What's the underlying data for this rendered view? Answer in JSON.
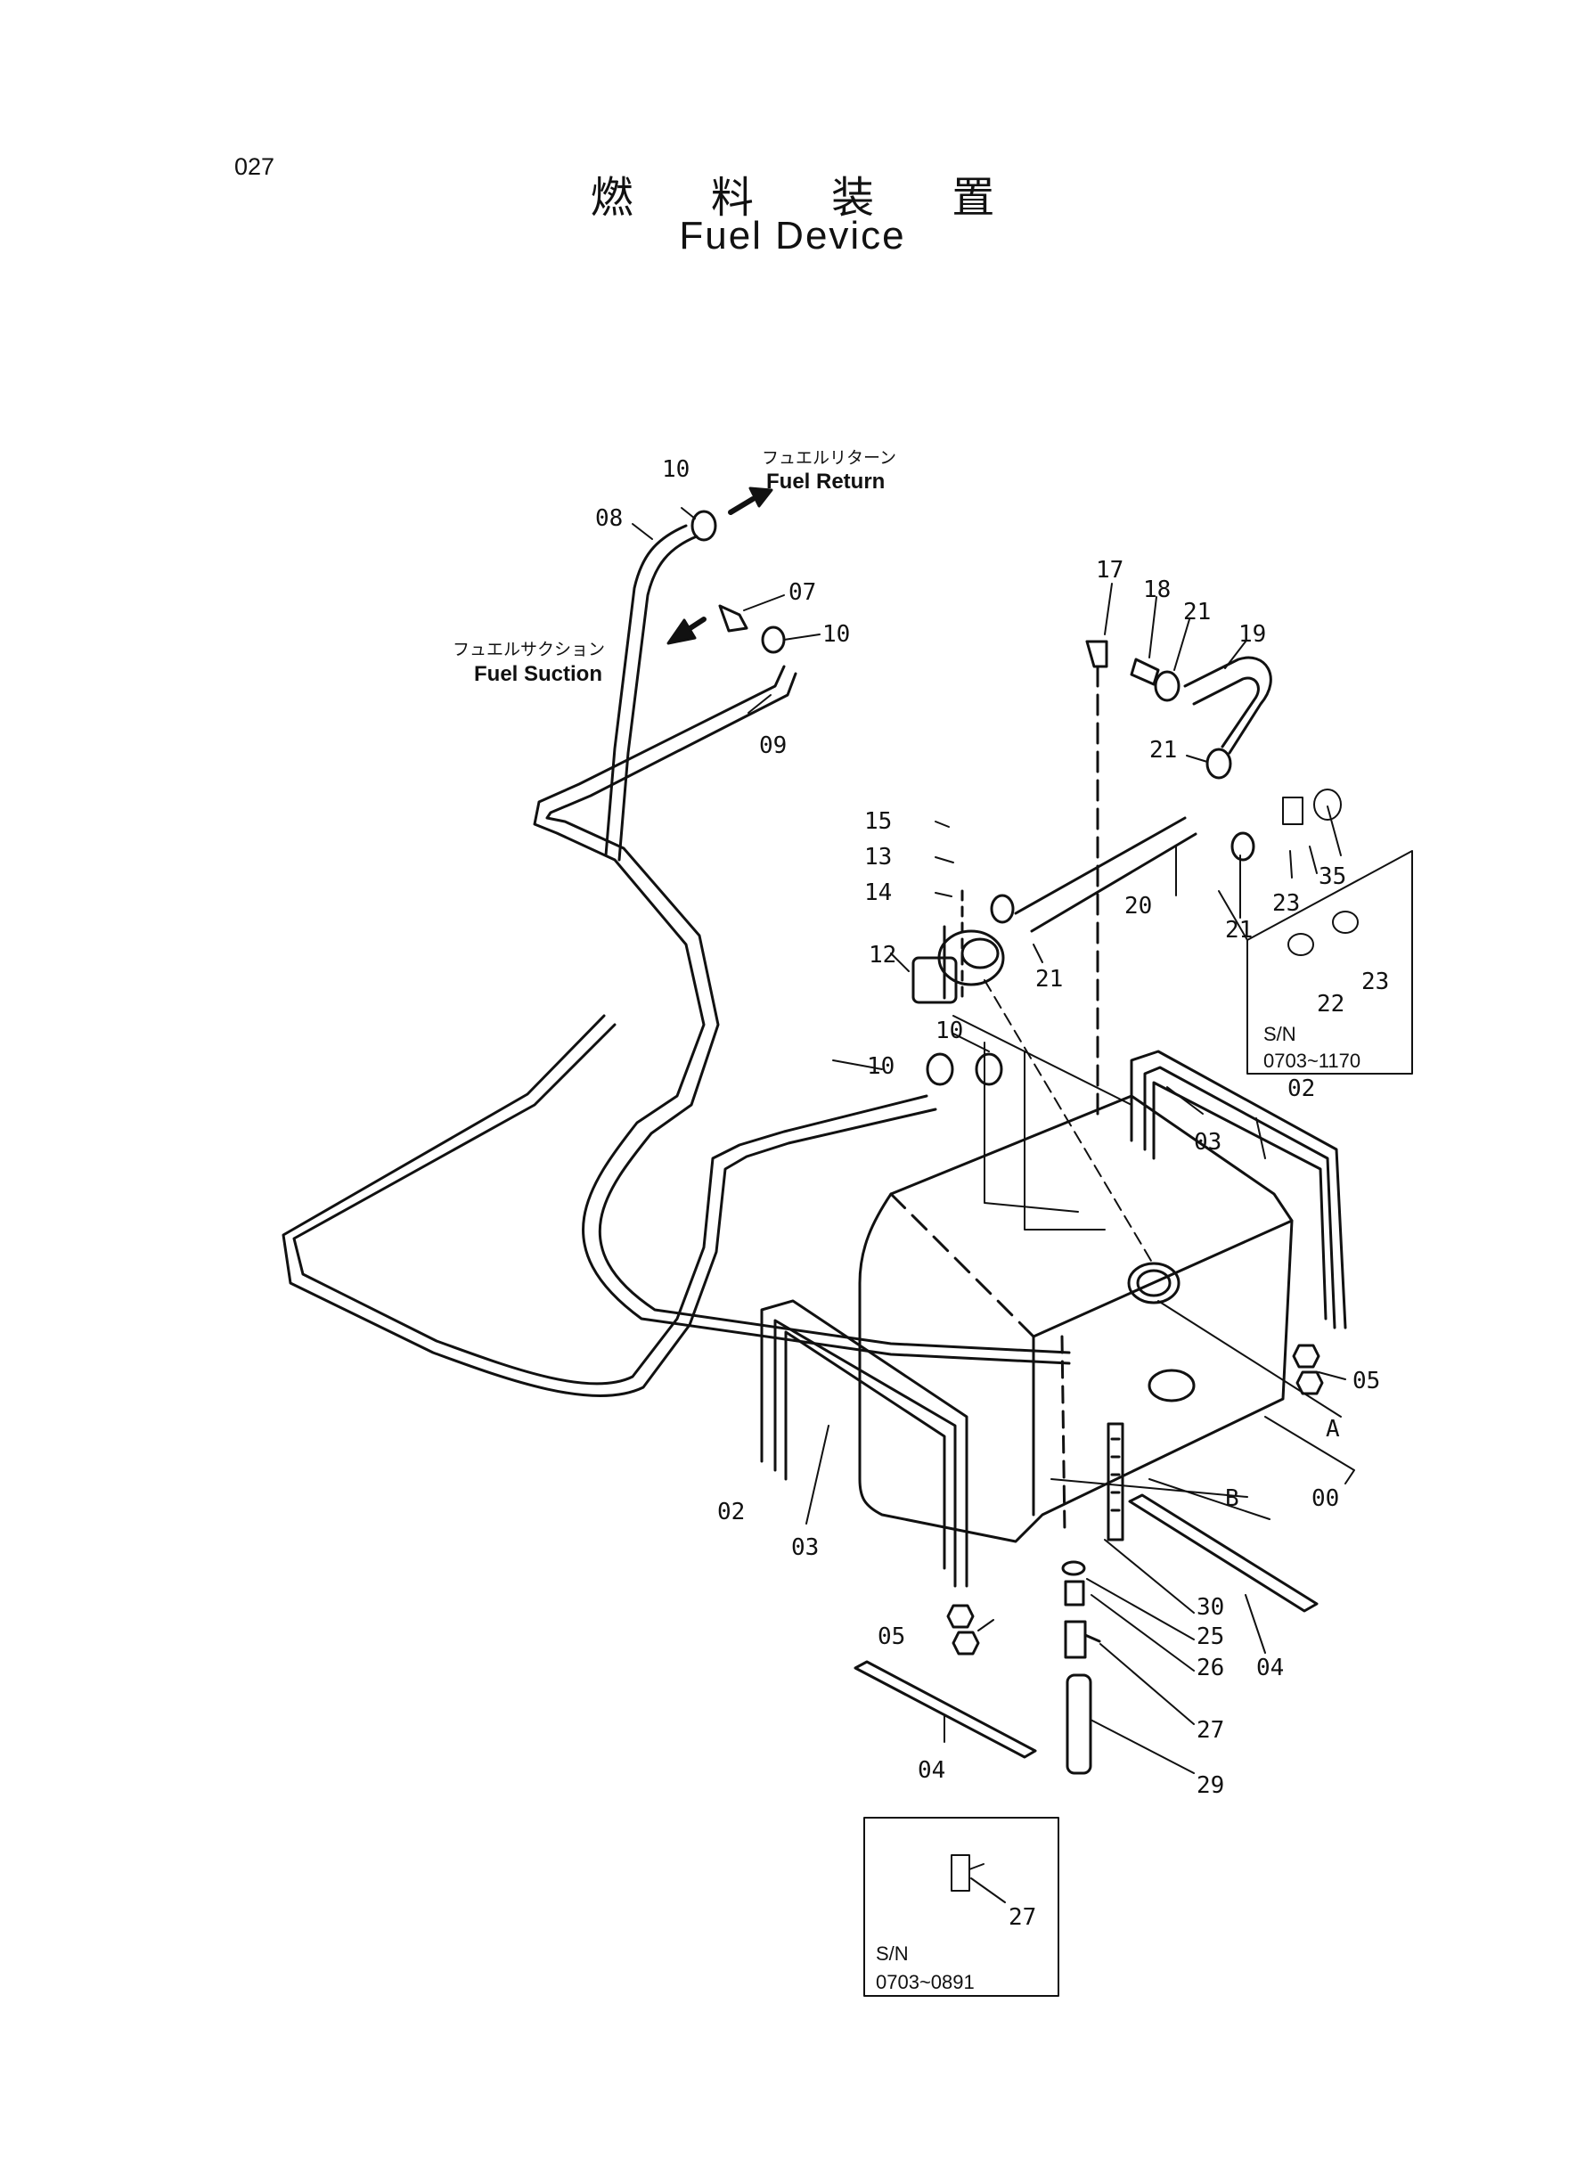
{
  "page_number": "027",
  "title_jp": "燃 料 装 置",
  "title_en": "Fuel Device",
  "callouts": {
    "fuel_return_jp": "フュエルリターン",
    "fuel_return_en": "Fuel Return",
    "fuel_suction_jp": "フュエルサクション",
    "fuel_suction_en": "Fuel Suction"
  },
  "parts": {
    "p00": "00",
    "p02a": "02",
    "p02b": "02",
    "p03a": "03",
    "p03b": "03",
    "p04a": "04",
    "p04b": "04",
    "p05a": "05",
    "p05b": "05",
    "p07": "07",
    "p08": "08",
    "p09": "09",
    "p10a": "10",
    "p10b": "10",
    "p10c": "10",
    "p10d": "10",
    "p12": "12",
    "p13": "13",
    "p14": "14",
    "p15": "15",
    "p17": "17",
    "p18": "18",
    "p19": "19",
    "p20": "20",
    "p21a": "21",
    "p21b": "21",
    "p21c": "21",
    "p21d": "21",
    "p22": "22",
    "p23a": "23",
    "p23b": "23",
    "p25": "25",
    "p26": "26",
    "p27a": "27",
    "p27b": "27",
    "p29": "29",
    "p30": "30",
    "p35": "35",
    "pA": "A",
    "pB": "B"
  },
  "inset_top": {
    "sn_label": "S/N",
    "sn_range": "0703~1170"
  },
  "inset_bottom": {
    "sn_label": "S/N",
    "sn_range": "0703~0891"
  }
}
